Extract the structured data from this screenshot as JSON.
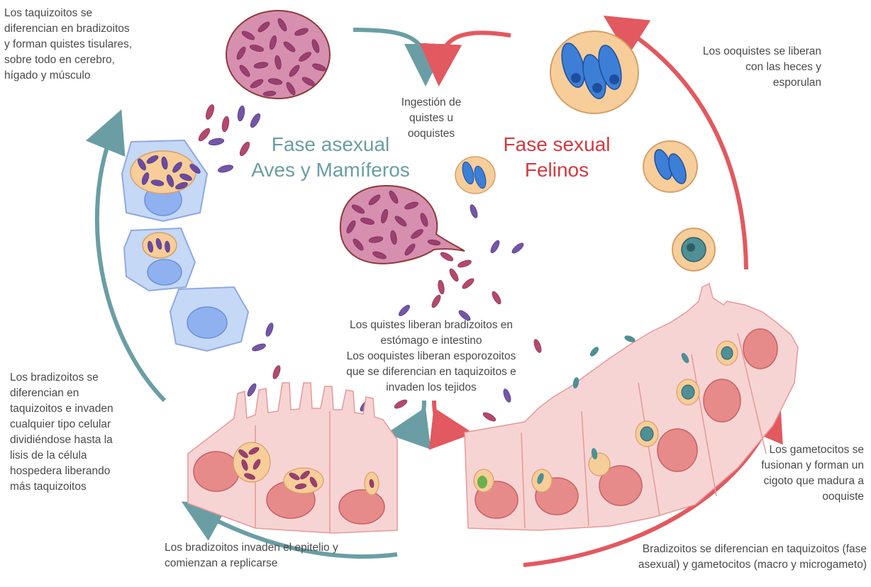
{
  "colors": {
    "asexual": "#6a9ea4",
    "sexual": "#e2595f",
    "cyst": "#a8577e",
    "tachyzoite": "#7356a8",
    "host_cell": "#c5d8f6",
    "epithelium": "#f7d4d4",
    "oocyst": "#f7cd99"
  },
  "phases": {
    "asexual": {
      "title": "Fase asexual",
      "subtitle": "Aves y Mamíferos"
    },
    "sexual": {
      "title": "Fase sexual",
      "subtitle": "Felinos"
    }
  },
  "labels": {
    "tissue_cysts": "Los taquizoitos se\ndiferencian en bradizoitos\ny forman quistes tisulares,\nsobre todo en cerebro,\nhígado y músculo",
    "ingestion": "Ingestión de\nquistes u\nooquistes",
    "oocyst_release": "Los ooquistes se liberan\ncon las heces y\nesporulan",
    "cyst_release": "Los quistes liberan bradizoitos en\nestómago e intestino\nLos ooquistes liberan esporozoitos\nque se diferencian en  taquizoitos e\ninvaden los tejidos",
    "bradyzoite_diff": "Los bradizoitos se\ndiferencian en\ntaquizoitos e invaden\ncualquier tipo celular\ndividiéndose hasta la\nlisis de la célula\nhospedera liberando\nmás taquizoitos",
    "gametocytes": "Los gametocitos se\nfusionan y forman un\ncigoto que madura a\nooquiste",
    "epithelium_invasion": "Los bradizoitos invaden el epitelio y\ncomienzan a replicarse",
    "felid_diff": "Bradizoitos se diferencian en taquizoitos (fase\nasexual) y gametocitos (macro y microgameto)"
  }
}
